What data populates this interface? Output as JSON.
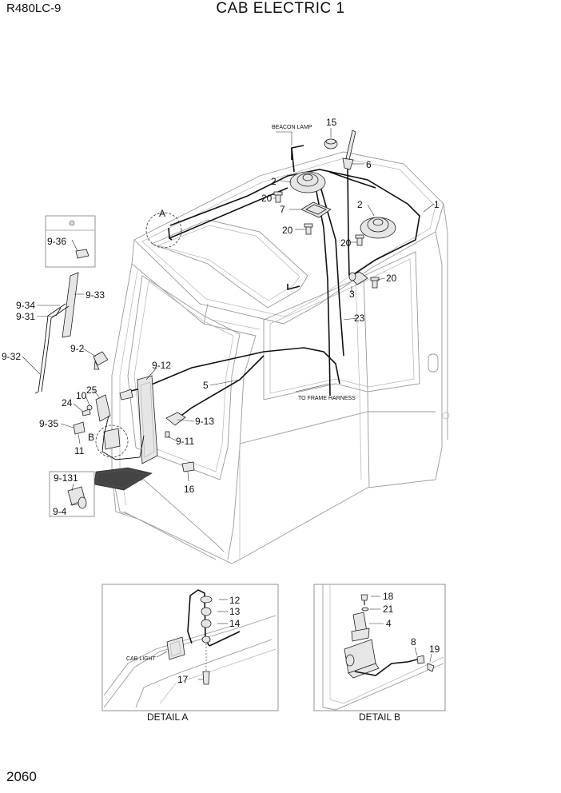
{
  "header": {
    "model": "R480LC-9",
    "title": "CAB ELECTRIC 1"
  },
  "page_number": "2060",
  "annotations": {
    "beacon_lamp": "BEACON LAMP",
    "to_frame_harness": "TO FRAME HARNESS",
    "cab_light": "CAB LIGHT",
    "detail_a_marker": "A",
    "detail_b_marker": "B"
  },
  "callouts": {
    "p15": "15",
    "p6": "6",
    "p2a": "2",
    "p2b": "2",
    "p1": "1",
    "p20a": "20",
    "p20b": "20",
    "p20c": "20",
    "p20d": "20",
    "p7": "7",
    "p3": "3",
    "p23": "23",
    "p5": "5",
    "p9_36": "9-36",
    "p9_33": "9-33",
    "p9_34": "9-34",
    "p9_31": "9-31",
    "p9_2": "9-2",
    "p9_32": "9-32",
    "p9_12": "9-12",
    "p10": "10",
    "p25": "25",
    "p24": "24",
    "p9_35": "9-35",
    "p11": "11",
    "p9_13": "9-13",
    "p9_11": "9-11",
    "p16": "16",
    "p9_131": "9-131",
    "p9_4": "9-4"
  },
  "detail_a": {
    "caption": "DETAIL A",
    "callouts": {
      "p12": "12",
      "p13": "13",
      "p14": "14",
      "p17": "17"
    }
  },
  "detail_b": {
    "caption": "DETAIL B",
    "callouts": {
      "p18": "18",
      "p21": "21",
      "p4": "4",
      "p8": "8",
      "p19": "19"
    }
  }
}
